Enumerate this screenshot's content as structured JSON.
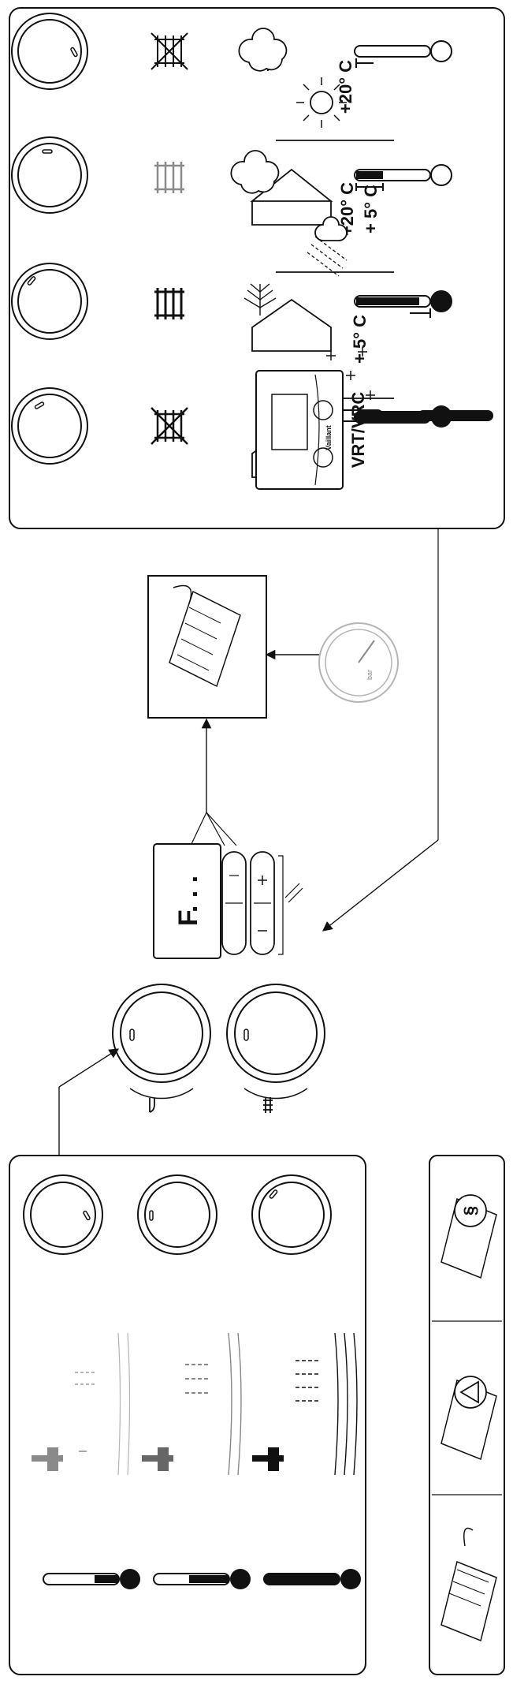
{
  "heating_panel": {
    "temps": {
      "warm": "+20° C",
      "mild_top": "+20° C",
      "mild_bottom": "+ 5° C",
      "cold": "+ 5° C"
    },
    "controller_label": "VRT/VRC",
    "controller_brand": "Vaillant"
  },
  "fault_display": {
    "code": "F. . ."
  },
  "pressure_gauge": {
    "unit": "bar"
  },
  "colors": {
    "line": "#111111",
    "grey": "#8a8a8a",
    "light_grey": "#b5b5b5"
  }
}
